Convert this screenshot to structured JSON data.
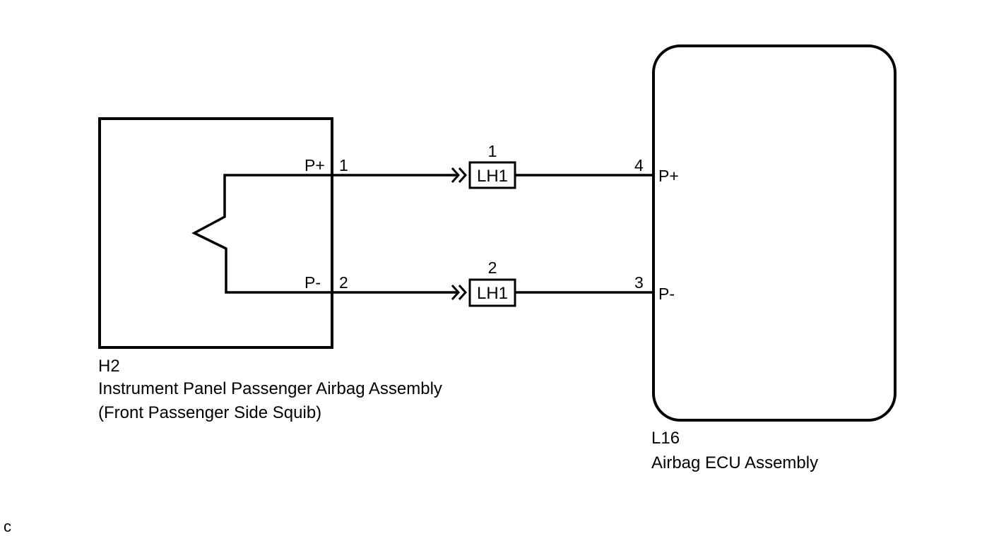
{
  "squib_assembly": {
    "connector": "H2",
    "name": "Instrument Panel Passenger Airbag Assembly",
    "subname": "(Front Passenger Side Squib)",
    "pins": [
      {
        "signal": "P+",
        "number": "1"
      },
      {
        "signal": "P-",
        "number": "2"
      }
    ]
  },
  "junction_connector": {
    "wires": [
      {
        "terminal": "1",
        "label": "LH1"
      },
      {
        "terminal": "2",
        "label": "LH1"
      }
    ]
  },
  "ecu": {
    "connector": "L16",
    "name": "Airbag ECU Assembly",
    "pins": [
      {
        "number": "4",
        "signal": "P+"
      },
      {
        "number": "3",
        "signal": "P-"
      }
    ]
  },
  "corner_mark": "c"
}
